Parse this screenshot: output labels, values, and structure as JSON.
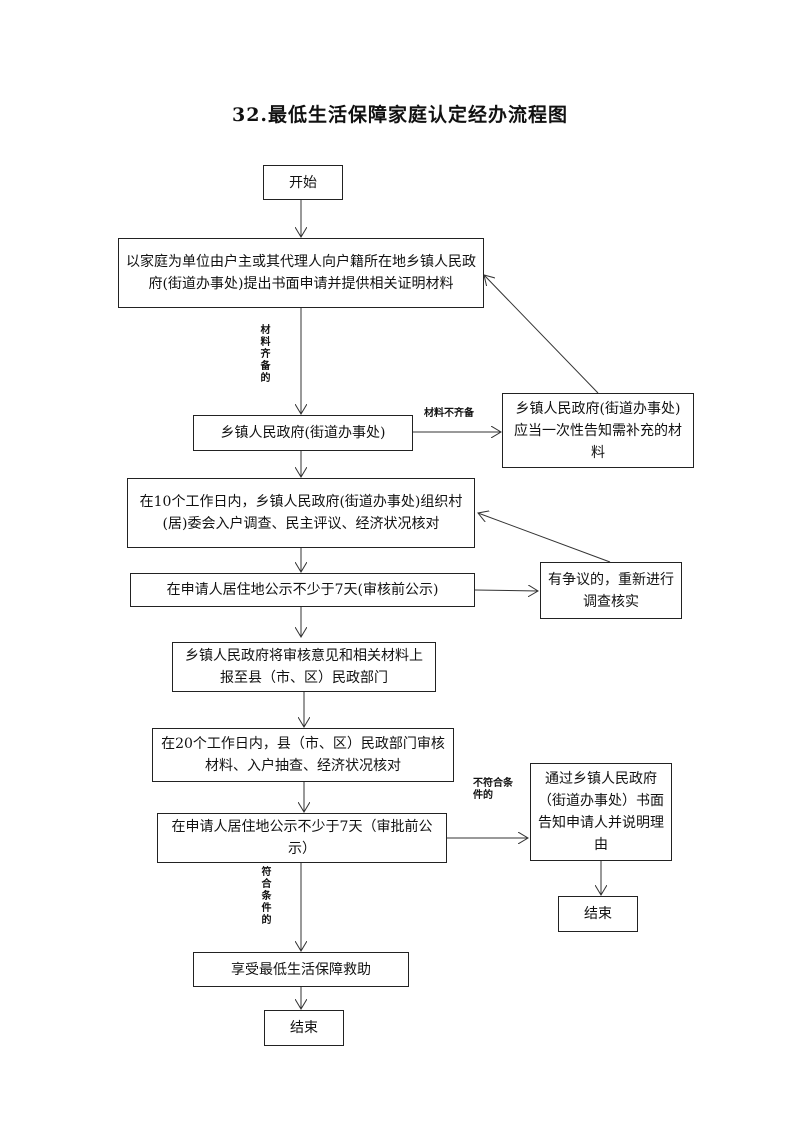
{
  "title": "32.最低生活保障家庭认定经办流程图",
  "nodes": {
    "start": "开始",
    "apply": "以家庭为单位由户主或其代理人向户籍所在地乡镇人民政府(街道办事处)提出书面申请并提供相关证明材料",
    "township": "乡镇人民政府(街道办事处)",
    "supplement": "乡镇人民政府(街道办事处)应当一次性告知需补充的材料",
    "investigate": "在10个工作日内，乡镇人民政府(街道办事处)组织村(居)委会入户调查、民主评议、经济状况核对",
    "publicity1": "在申请人居住地公示不少于7天(审核前公示)",
    "dispute": "有争议的，重新进行调查核实",
    "report": "乡镇人民政府将审核意见和相关材料上报至县（市、区）民政部门",
    "county_review": "在20个工作日内，县（市、区）民政部门审核材料、入户抽查、经济状况核对",
    "publicity2": "在申请人居住地公示不少于7天（审批前公示）",
    "notify": "通过乡镇人民政府（街道办事处）书面告知申请人并说明理由",
    "end_reject": "结束",
    "assist": "享受最低生活保障救助",
    "end": "结束"
  },
  "edge_labels": {
    "complete": "材料齐备的",
    "incomplete": "材料不齐备",
    "not_qualified": "不符合条件的",
    "qualified": "符合条件的"
  }
}
